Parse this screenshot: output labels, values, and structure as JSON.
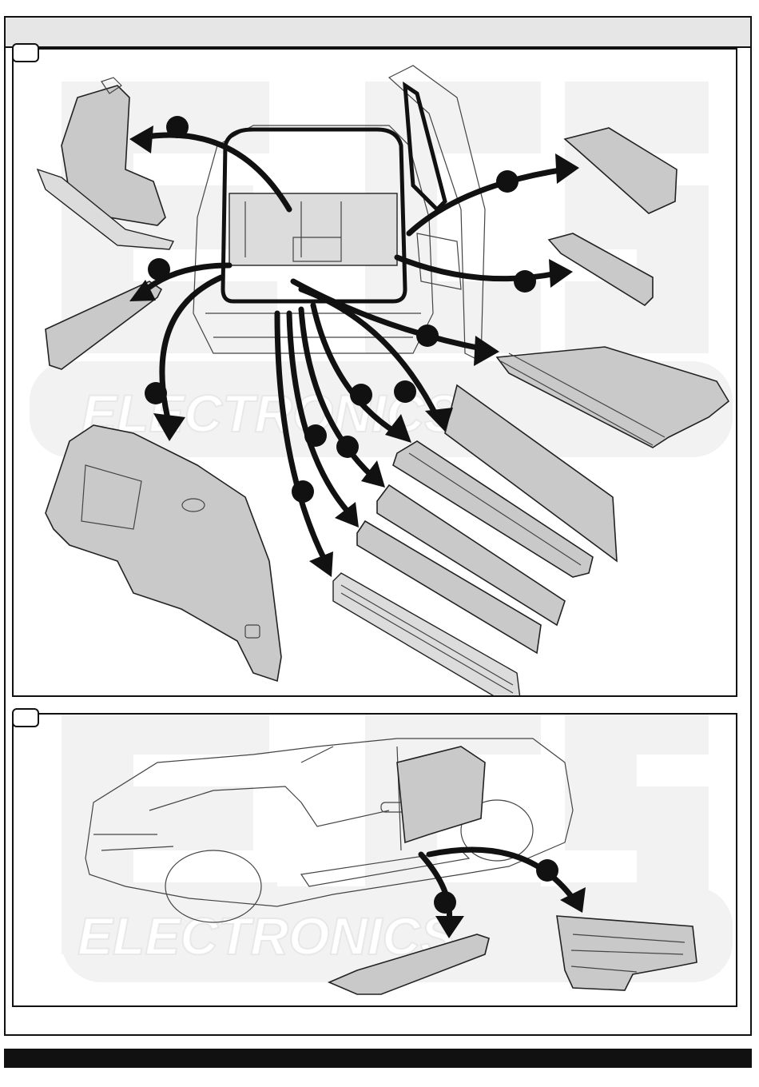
{
  "sheet": {
    "panels": [
      {
        "name": "rear-trim-removal",
        "callouts": 11
      },
      {
        "name": "door-sill-removal",
        "callouts": 2
      }
    ]
  },
  "watermark": {
    "logo_letters": "ECS",
    "brand_text": "ELECTRONICS"
  },
  "colors": {
    "line": "#111111",
    "part_fill": "#c9c9c9",
    "header_fill": "#e6e6e6",
    "watermark": "#f2f2f2"
  },
  "icons": [
    "callout-dot-icon",
    "removal-arrow-icon"
  ]
}
